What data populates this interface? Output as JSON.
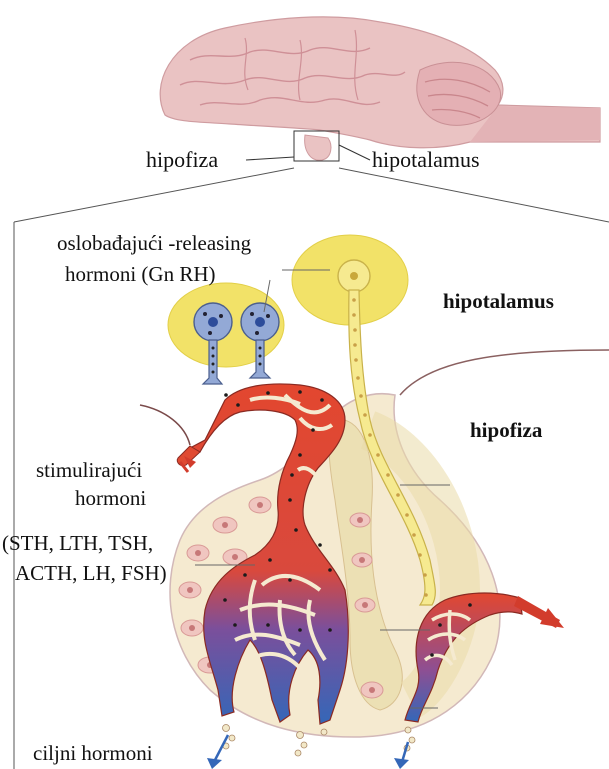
{
  "labels": {
    "hipofiza_top": "hipofiza",
    "hipotalamus_top": "hipotalamus",
    "releasing_line1": "oslobađajući -releasing",
    "releasing_line2": "hormoni (Gn RH)",
    "hipotalamus_region": "hipotalamus",
    "hipofiza_region": "hipofiza",
    "stimulating_line1": "stimulirajući",
    "stimulating_line2": "hormoni",
    "stimulating_line3": "(STH, LTH, TSH,",
    "stimulating_line4": "ACTH, LH, FSH)",
    "target_hormones": "ciljni hormoni"
  },
  "colors": {
    "brain": "#e9bfc0",
    "hypothalamus": "#f2e268",
    "pituitary": "#f4e9cf",
    "artery": "#e04a32",
    "vein": "#3b6db8",
    "neuron": "#93a9d6"
  }
}
